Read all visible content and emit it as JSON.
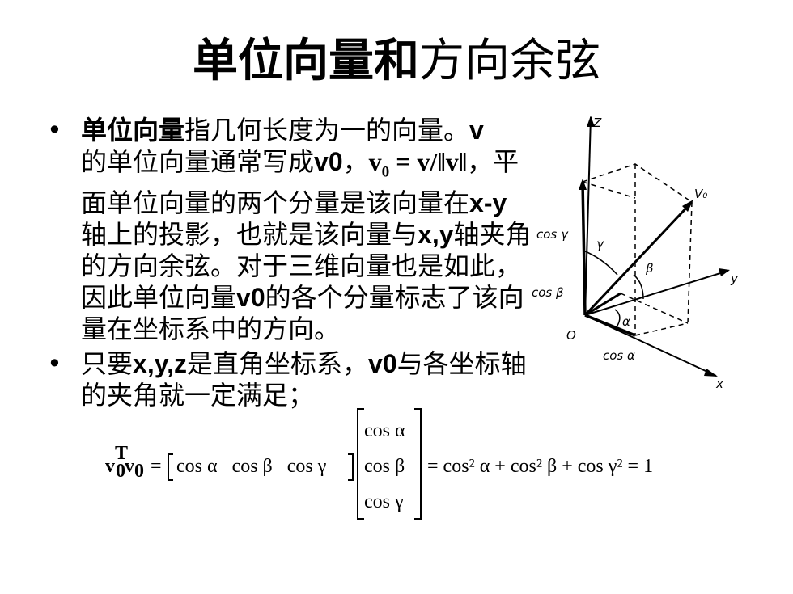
{
  "title": {
    "bold": "单位向量和",
    "normal": "方向余弦"
  },
  "bullet1": {
    "bold1": "单位向量",
    "text1": "指几何长度为一的向量。",
    "v": "v",
    "text2": "的单位向量通常写成",
    "v0": "v0",
    "comma": "，",
    "formula_v": "v",
    "formula_sub": "0",
    "formula_rest": " = v/‖v‖",
    "text3": "，平面单位向量的两个分量是该向量在",
    "xy": "x-y",
    "text4": "轴上的投影，也就是该向量与",
    "xy2": "x,y",
    "text5": "轴夹角的方向余弦。对于三维向量也是如此，因此单位向量",
    "v0b": "v0",
    "text6": "的各个分量标志了该向量在坐标系中的方向。"
  },
  "bullet2": {
    "text1": "只要",
    "xyz": "x,y,z",
    "text2": "是直角坐标系，",
    "v0": "v0",
    "text3": "与各坐标轴的夹角就一定满足；"
  },
  "diagram": {
    "z": "Z",
    "y": "y",
    "x": "x",
    "o": "O",
    "v0": "V₀",
    "gamma": "γ",
    "beta": "β",
    "alpha": "α",
    "cos_gamma": "cos γ",
    "cos_beta": "cos β",
    "cos_alpha": "cos α"
  },
  "equation": {
    "lhs_v1": "v",
    "lhs_sup": "T",
    "lhs_sub": "0",
    "lhs_v2": "v",
    "lhs_sub2": "0",
    "eq": "=",
    "row": "cos α   cos β   cos γ",
    "col1": "cos α",
    "col2": "cos β",
    "col3": "cos γ",
    "rhs": "= cos² α + cos² β + cos γ² = 1"
  }
}
